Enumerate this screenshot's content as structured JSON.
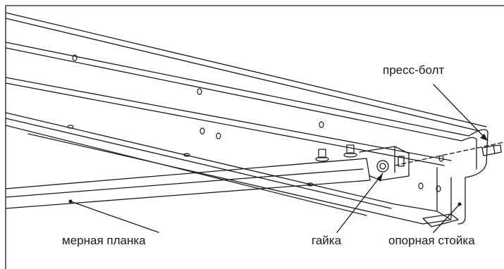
{
  "labels": {
    "press_bolt": "пресс-болт",
    "measuring_bar": "мерная планка",
    "nut": "гайка",
    "support_post": "опорная стойка"
  },
  "colors": {
    "line": "#1a1a1a",
    "background": "#ffffff"
  }
}
